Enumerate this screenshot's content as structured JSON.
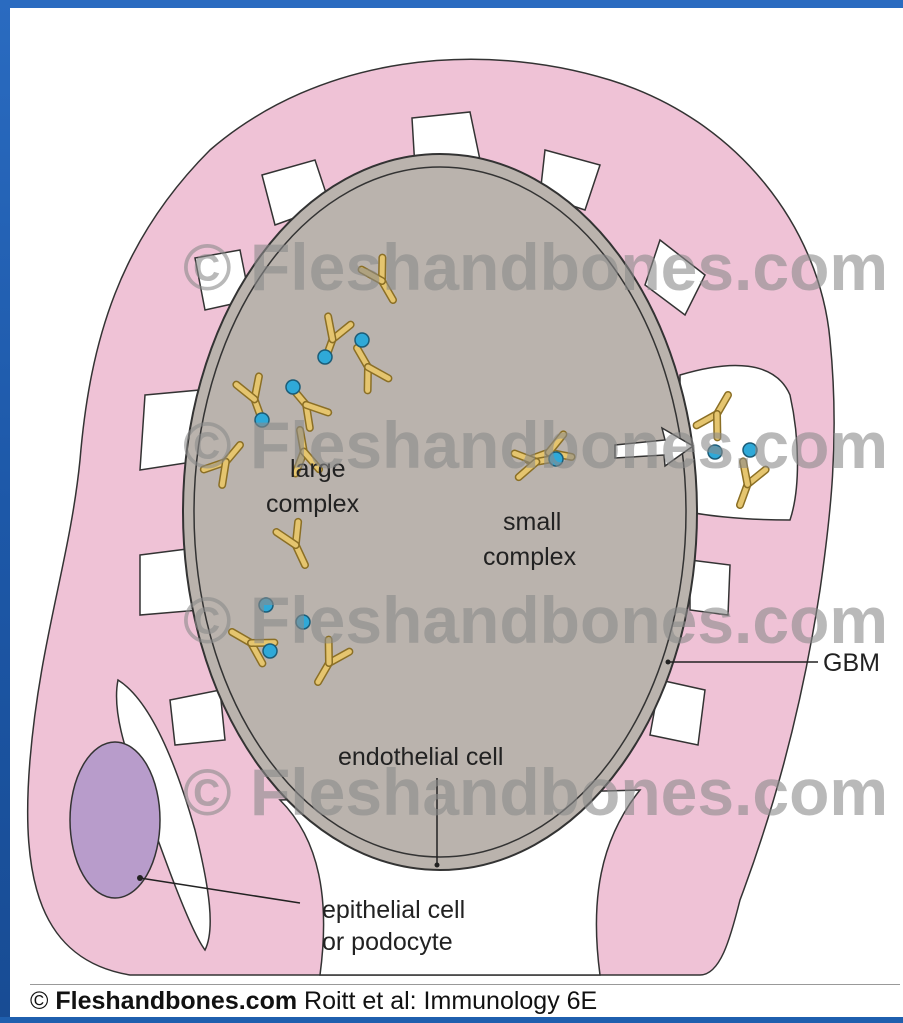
{
  "labels": {
    "large_complex": [
      "large",
      "complex"
    ],
    "small_complex": [
      "small",
      "complex"
    ],
    "gbm": "GBM",
    "endothelial_cell": "endothelial cell",
    "epithelial_cell": [
      "epithelial cell",
      "or podocyte"
    ]
  },
  "watermark": {
    "text": "© Fleshandbones.com"
  },
  "caption": {
    "copyright_symbol": "©",
    "site": "Fleshandbones.com",
    "source": "Roitt et al: Immunology 6E"
  },
  "colors": {
    "podocyte_tissue": "#efc2d6",
    "endothelial_cell": "#bab3ad",
    "epithelial_nucleus": "#b89ccb",
    "antibody": "#e5c56f",
    "antigen": "#2fa9d8",
    "slide_background": "#1f5fae"
  }
}
